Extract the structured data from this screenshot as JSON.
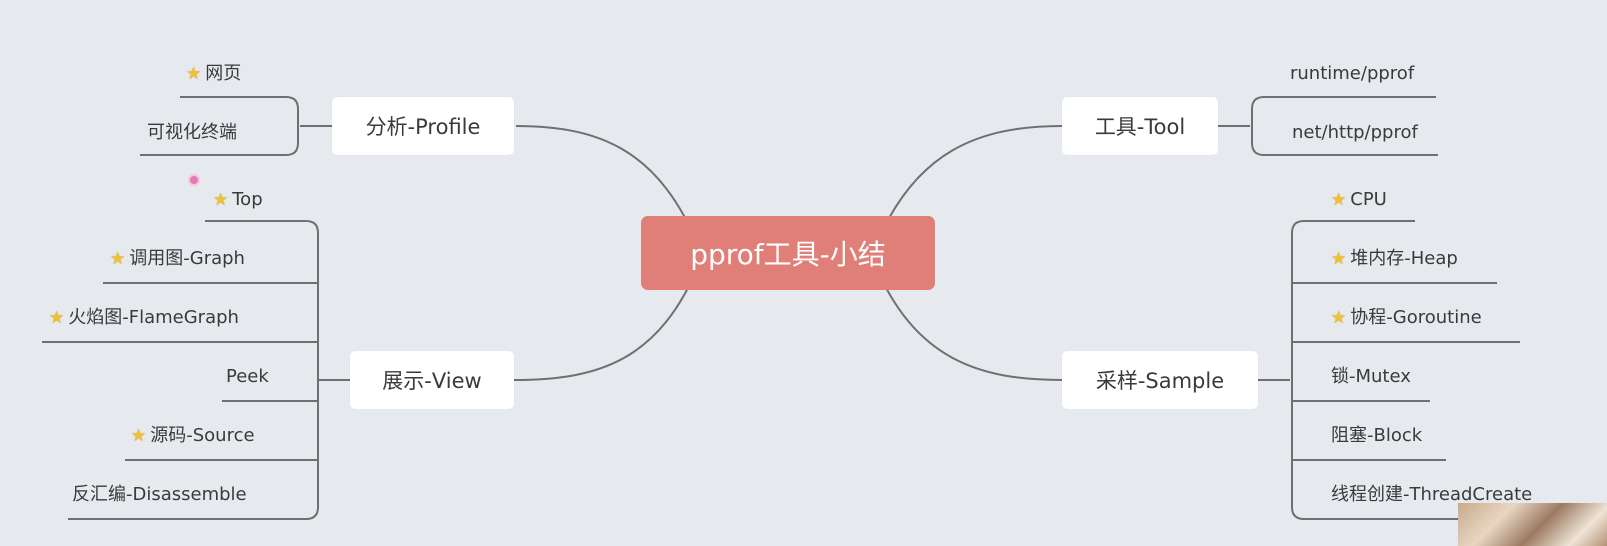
{
  "root": {
    "label": "pprof工具-小结"
  },
  "branches": {
    "profile": {
      "label": "分析-Profile",
      "items": [
        {
          "label": "网页",
          "starred": true
        },
        {
          "label": "可视化终端",
          "starred": false
        }
      ]
    },
    "view": {
      "label": "展示-View",
      "items": [
        {
          "label": "Top",
          "starred": true
        },
        {
          "label": "调用图-Graph",
          "starred": true
        },
        {
          "label": "火焰图-FlameGraph",
          "starred": true
        },
        {
          "label": "Peek",
          "starred": false
        },
        {
          "label": "源码-Source",
          "starred": true
        },
        {
          "label": "反汇编-Disassemble",
          "starred": false
        }
      ]
    },
    "tool": {
      "label": "工具-Tool",
      "items": [
        {
          "label": "runtime/pprof",
          "starred": false
        },
        {
          "label": "net/http/pprof",
          "starred": false
        }
      ]
    },
    "sample": {
      "label": "采样-Sample",
      "items": [
        {
          "label": "CPU",
          "starred": true
        },
        {
          "label": "堆内存-Heap",
          "starred": true
        },
        {
          "label": "协程-Goroutine",
          "starred": true
        },
        {
          "label": "锁-Mutex",
          "starred": false
        },
        {
          "label": "阻塞-Block",
          "starred": false
        },
        {
          "label": "线程创建-ThreadCreate",
          "starred": false
        }
      ]
    }
  },
  "colors": {
    "background": "#e6eaee",
    "root_fill": "#e07e78",
    "node_fill": "#ffffff",
    "connector": "#6f6f6f",
    "star": "#f2c037"
  },
  "icons": {
    "star": "star-icon"
  }
}
